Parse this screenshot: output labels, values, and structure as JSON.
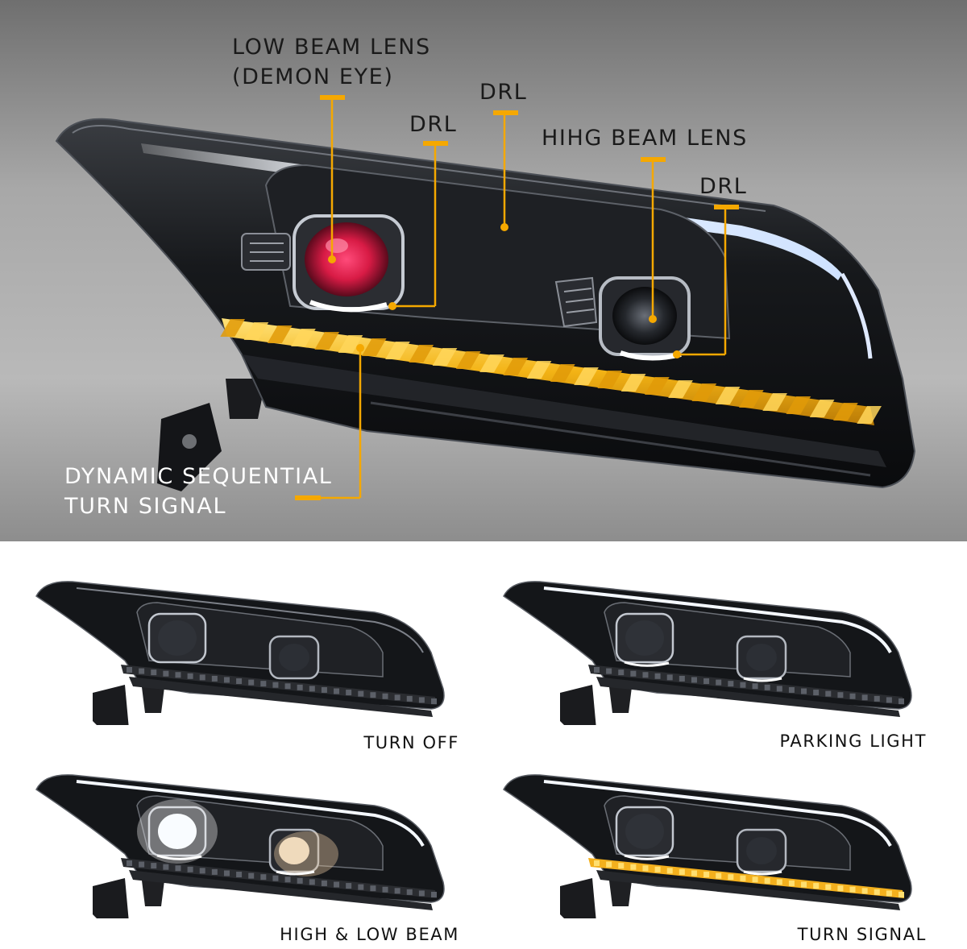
{
  "hero": {
    "callouts": {
      "low_beam_line1": "LOW BEAM LENS",
      "low_beam_line2": "(DEMON EYE)",
      "drl_1": "DRL",
      "drl_2": "DRL",
      "high_beam": "HIHG BEAM LENS",
      "drl_3": "DRL",
      "turn_line1": "DYNAMIC SEQUENTIAL",
      "turn_line2": "TURN SIGNAL"
    }
  },
  "states": [
    {
      "label": "TURN OFF",
      "mode": "off"
    },
    {
      "label": "PARKING LIGHT",
      "mode": "parking"
    },
    {
      "label": "HIGH & LOW BEAM",
      "mode": "beam"
    },
    {
      "label": "TURN SIGNAL",
      "mode": "turn"
    }
  ],
  "colors": {
    "accent": "#f5a800",
    "drl_white": "#e8f2ff",
    "demon_eye": "#e8234f",
    "amber": "#f2b01e",
    "background_top": "#9a9a9a"
  }
}
